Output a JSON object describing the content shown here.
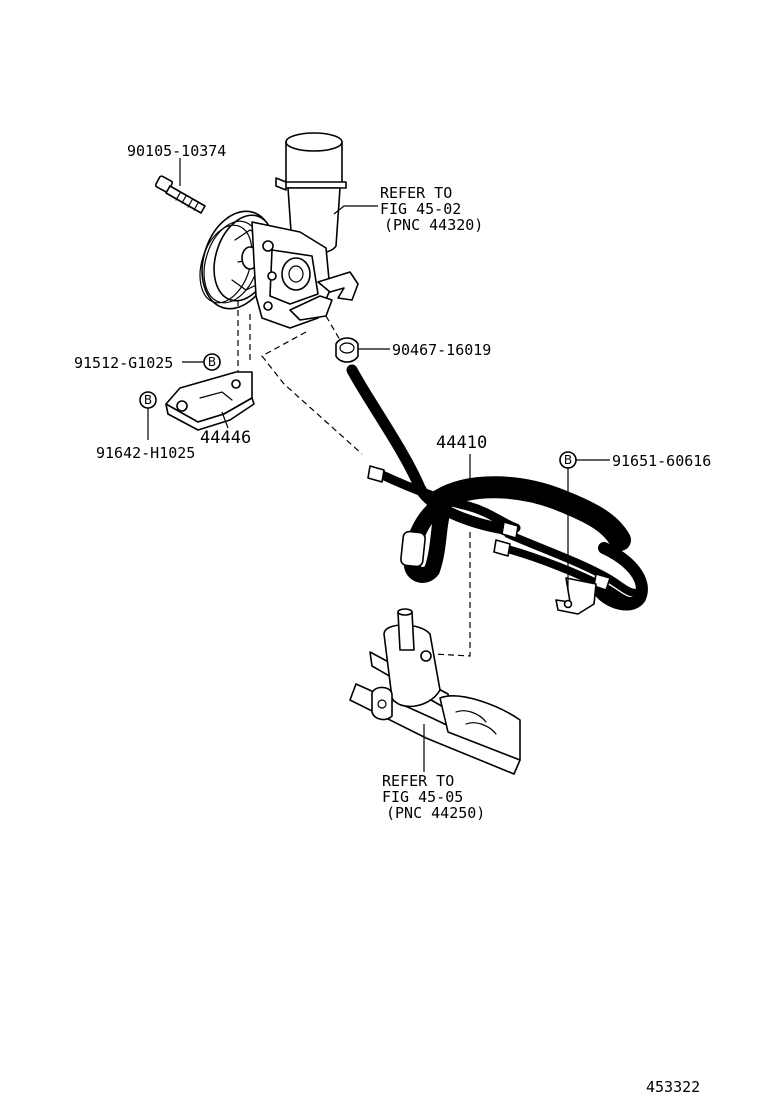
{
  "labels": {
    "bolt": "90105-10374",
    "reservoir_ref": [
      "REFER TO",
      "FIG 45-02",
      "(PNC 44320)"
    ],
    "clip": "90467-16019",
    "bolt_b_upper": "91512-G1025",
    "bracket": "44446",
    "bolt_b_lower": "91642-H1025",
    "tube_assy": "44410",
    "clamp_bolt": "91651-60616",
    "gear_ref": [
      "REFER TO",
      "FIG 45-05",
      "(PNC 44250)"
    ],
    "illustration_no": "453322"
  },
  "callout_letter": "B"
}
